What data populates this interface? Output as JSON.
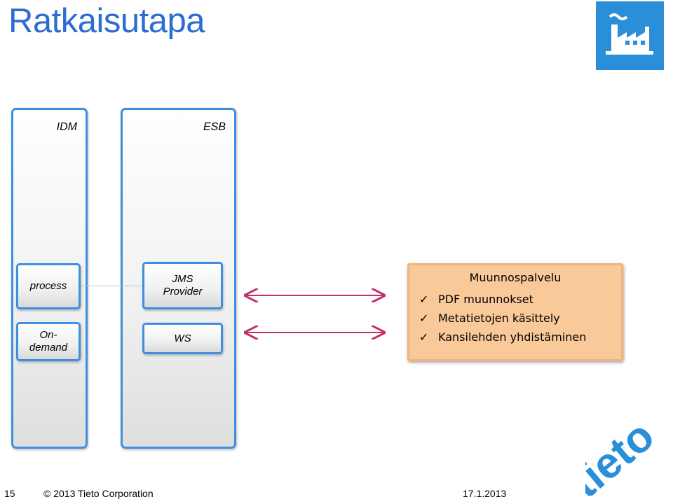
{
  "slide": {
    "title": "Ratkaisutapa"
  },
  "columns": {
    "idm": "IDM",
    "esb": "ESB"
  },
  "boxes": {
    "process": "process",
    "ondemand": "On-\ndemand",
    "jms": "JMS\nProvider",
    "ws": "WS"
  },
  "service": {
    "title": "Muunnospalvelu",
    "items": [
      "PDF muunnokset",
      "Metatietojen käsittely",
      "Kansilehden yhdistäminen"
    ]
  },
  "footer": {
    "page_number": "15",
    "copyright": "© 2013 Tieto Corporation",
    "date": "17.1.2013"
  },
  "logo": {
    "brand_text": "tieto",
    "icon": "factory-icon"
  },
  "colors": {
    "title": "#2b6dd1",
    "box_border": "#3e8fe0",
    "service_fill": "#fac99a",
    "arrow": "#c0306a",
    "icon_bg": "#2a8fd8"
  }
}
